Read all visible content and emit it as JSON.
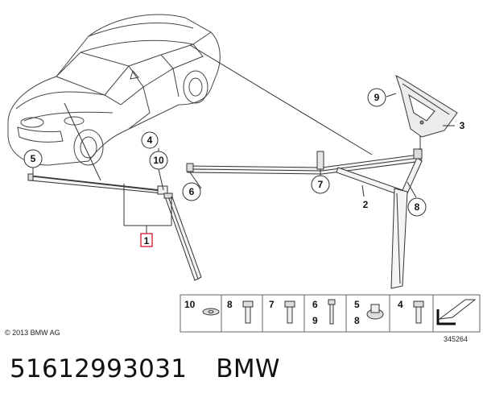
{
  "callouts": {
    "c9": "9",
    "c3": "3",
    "c4": "4",
    "c10": "10",
    "c5": "5",
    "c6": "6",
    "c7": "7",
    "c2": "2",
    "c8": "8",
    "c1": "1"
  },
  "legend": {
    "items": [
      {
        "num": "10"
      },
      {
        "num": "8"
      },
      {
        "num": "7"
      },
      {
        "num": "6",
        "num2": "9"
      },
      {
        "num": "5",
        "num2": "8"
      },
      {
        "num": "4"
      }
    ]
  },
  "copyright": "© 2013 BMW AG",
  "diagram_id": "345264",
  "caption": {
    "part_number": "51612993031",
    "brand": "BMW"
  },
  "colors": {
    "line": "#333333",
    "highlight_box": "#d0021b"
  }
}
